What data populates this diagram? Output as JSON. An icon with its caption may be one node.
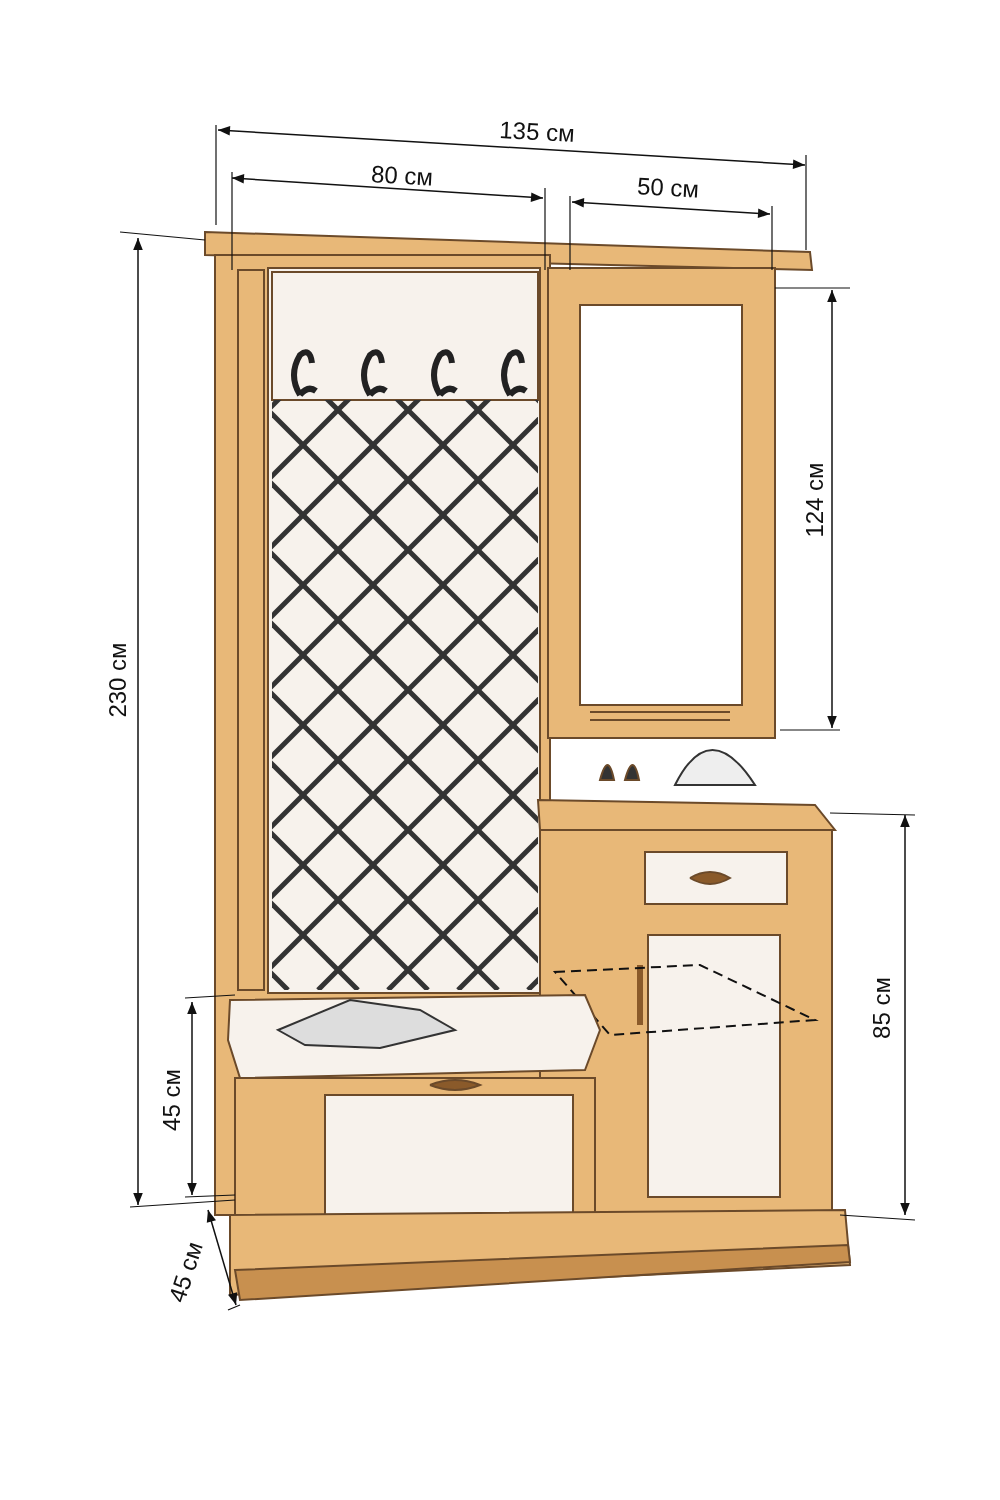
{
  "diagram": {
    "labels": [
      "135 см",
      "80 см",
      "50 см",
      "124 см",
      "230 см",
      "85 см",
      "45 см",
      "45 см"
    ]
  }
}
